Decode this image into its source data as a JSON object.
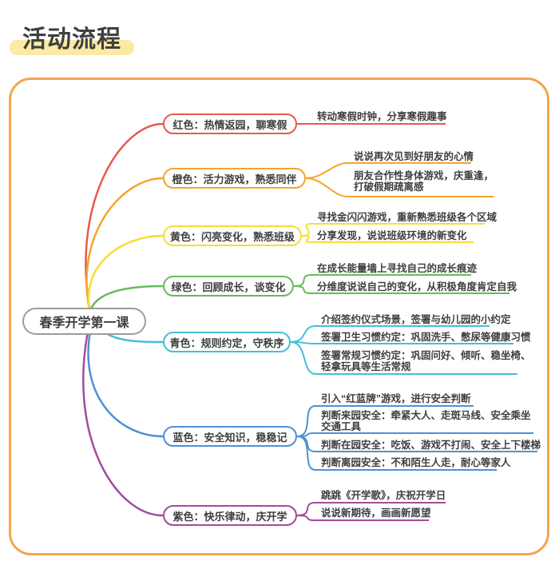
{
  "title": "活动流程",
  "center": {
    "label": "春季开学第一课"
  },
  "colors": {
    "frame_border": "#f3a44d",
    "title_highlight": "#fbe9a4",
    "center_border": "#9c9c9c",
    "text": "#3e3e3e",
    "red": "#e9594c",
    "orange": "#f6a42a",
    "yellow": "#f4df2f",
    "green": "#67bb5b",
    "cyan": "#45bed9",
    "blue": "#4e90d7",
    "purple": "#a34b9d"
  },
  "branches": [
    {
      "id": "red",
      "color": "#e9594c",
      "label": "红色：热情返园，聊寒假",
      "children": [
        {
          "lines": [
            "转动寒假时钟，分享寒假趣事"
          ]
        }
      ]
    },
    {
      "id": "orange",
      "color": "#f6a42a",
      "label": "橙色：活力游戏，熟悉同伴",
      "children": [
        {
          "lines": [
            "说说再次见到好朋友的心情"
          ]
        },
        {
          "lines": [
            "朋友合作性身体游戏，庆重逢，",
            "打破假期疏离感"
          ]
        }
      ]
    },
    {
      "id": "yellow",
      "color": "#f4df2f",
      "label": "黄色：闪亮变化，熟悉班级",
      "children": [
        {
          "lines": [
            "寻找金闪闪游戏，重新熟悉班级各个区域"
          ]
        },
        {
          "lines": [
            "分享发现，说说班级环境的新变化"
          ]
        }
      ]
    },
    {
      "id": "green",
      "color": "#67bb5b",
      "label": "绿色：回顾成长，谈变化",
      "children": [
        {
          "lines": [
            "在成长能量墙上寻找自己的成长痕迹"
          ]
        },
        {
          "lines": [
            "分维度说说自己的变化，从积极角度肯定自我"
          ]
        }
      ]
    },
    {
      "id": "cyan",
      "color": "#45bed9",
      "label": "青色：规则约定，守秩序",
      "children": [
        {
          "lines": [
            "介绍签约仪式场景，签署与幼儿园的小约定"
          ]
        },
        {
          "lines": [
            "签署卫生习惯约定：巩固洗手、憋尿等健康习惯"
          ]
        },
        {
          "lines": [
            "签署常规习惯约定：巩固问好、倾听、稳坐椅、",
            "轻拿玩具等生活常规"
          ]
        }
      ]
    },
    {
      "id": "blue",
      "color": "#4e90d7",
      "label": "蓝色：安全知识，稳稳记",
      "children": [
        {
          "lines": [
            "引入“红蓝牌”游戏，进行安全判断"
          ]
        },
        {
          "lines": [
            "判断来园安全：牵紧大人、走斑马线、安全乘坐",
            "交通工具"
          ]
        },
        {
          "lines": [
            "判断在园安全：吃饭、游戏不打闹、安全上下楼梯"
          ]
        },
        {
          "lines": [
            "判断离园安全：不和陌生人走，耐心等家人"
          ]
        }
      ]
    },
    {
      "id": "purple",
      "color": "#a34b9d",
      "label": "紫色：快乐律动，庆开学",
      "children": [
        {
          "lines": [
            "跳跳《开学歌》，庆祝开学日"
          ]
        },
        {
          "lines": [
            "说说新期待，画画新愿望"
          ]
        }
      ]
    }
  ]
}
